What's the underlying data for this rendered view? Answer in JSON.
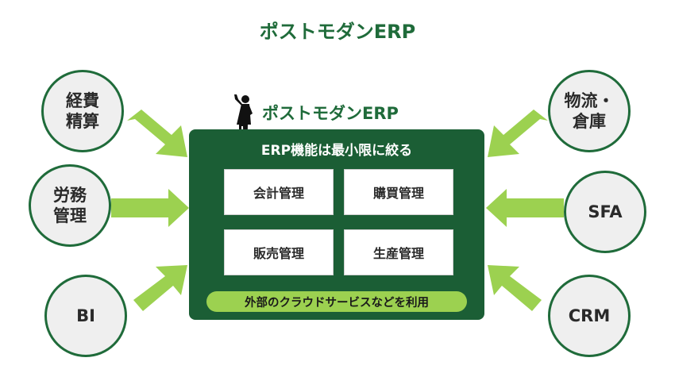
{
  "title": "ポストモダンERP",
  "erp_label": "ポストモダンERP",
  "panel": {
    "heading": "ERP機能は最小限に絞る",
    "modules": [
      "会計管理",
      "購買管理",
      "販売管理",
      "生産管理"
    ],
    "bottom_bar": "外部のクラウドサービスなどを利用"
  },
  "left_circles": [
    "経費\n精算",
    "労務\n管理",
    "BI"
  ],
  "right_circles": [
    "物流・\n倉庫",
    "SFA",
    "CRM"
  ],
  "colors": {
    "dark_green": "#1b5e35",
    "title_green": "#1f6b3a",
    "light_green": "#9cd150",
    "circle_fill": "#efefef"
  }
}
